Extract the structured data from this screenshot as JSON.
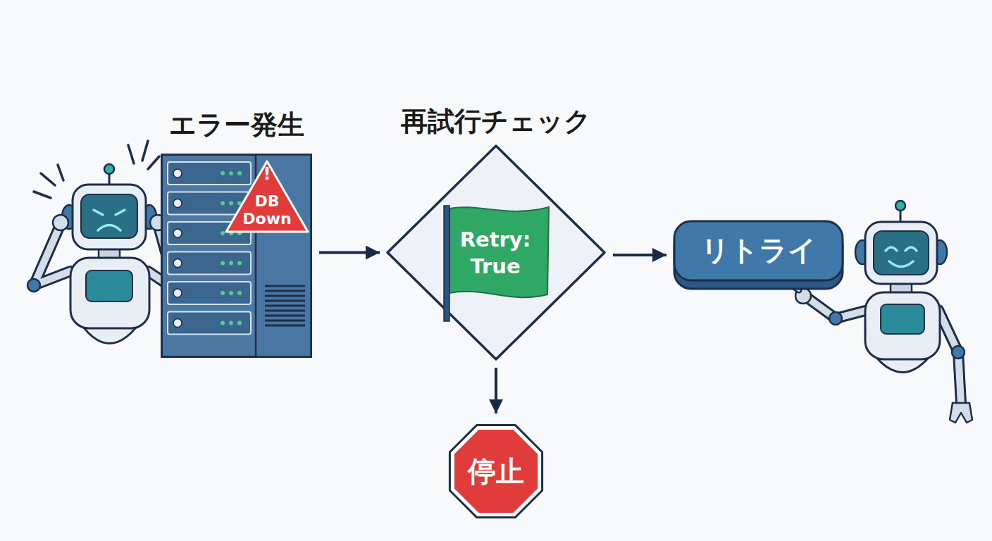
{
  "diagram": {
    "nodes": [
      {
        "text": [
          "エラー発生"
        ]
      },
      {
        "text": [
          "!",
          "DB Down"
        ],
        "in": 0
      },
      {
        "text": [
          "再試行チェック"
        ]
      },
      {
        "text": [
          "Retry: True"
        ],
        "in": 2
      },
      {
        "text": [
          "リトライ"
        ]
      },
      {
        "text": [
          "停止"
        ]
      }
    ],
    "edges": [
      {
        "from": 0,
        "to": 2,
        "arrow": "to"
      },
      {
        "from": 2,
        "to": 4,
        "arrow": "to"
      },
      {
        "from": 2,
        "to": 5,
        "arrow": "to"
      }
    ]
  }
}
